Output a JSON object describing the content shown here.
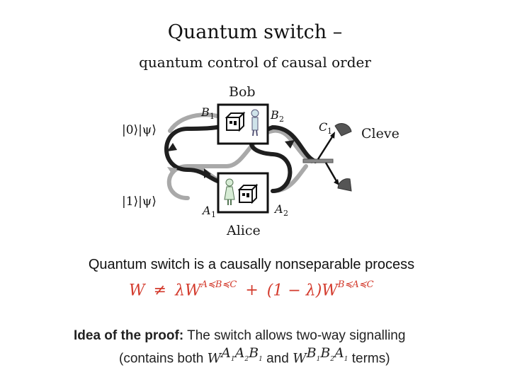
{
  "slide": {
    "title": "Quantum switch –",
    "subtitle": "quantum control of causal order"
  },
  "diagram": {
    "parties": {
      "bob": "Bob",
      "alice": "Alice",
      "cleve": "Cleve"
    },
    "labels": {
      "ket0": "|0⟩|ψ⟩",
      "ket1": "|1⟩|ψ⟩",
      "b1": "B",
      "b1_sub": "1",
      "b2": "B",
      "b2_sub": "2",
      "a1": "A",
      "a1_sub": "1",
      "a2": "A",
      "a2_sub": "2",
      "c1": "C",
      "c1_sub": "1"
    },
    "colors": {
      "path_dark": "#1f1f1f",
      "path_light": "#a9a9a9",
      "detector": "#555555"
    },
    "icons": [
      "lab-box-icon",
      "scientist-icon",
      "beam-splitter-icon",
      "detector-icon"
    ]
  },
  "claim": "Quantum switch is a causally nonseparable process",
  "formula": {
    "w1": "W",
    "neq": "≠",
    "lw": "λW",
    "order1": "A≼B≼C",
    "plus": "+",
    "coef": "(1 − λ)W",
    "order2": "B≼A≼C",
    "color": "#d33a2c"
  },
  "proof": {
    "lead": "Idea of the proof:",
    "text1": " The switch allows two-way signalling",
    "open": "(contains both ",
    "w_a": "W",
    "sup_a_1": "A",
    "sub_a_1": "1",
    "sup_a_2": "A",
    "sub_a_2": "2",
    "sup_a_3": "B",
    "sub_a_3": "1",
    "and": " and ",
    "w_b": "W",
    "sup_b_1": "B",
    "sub_b_1": "1",
    "sup_b_2": "B",
    "sub_b_2": "2",
    "sup_b_3": "A",
    "sub_b_3": "1",
    "close": " terms)"
  }
}
